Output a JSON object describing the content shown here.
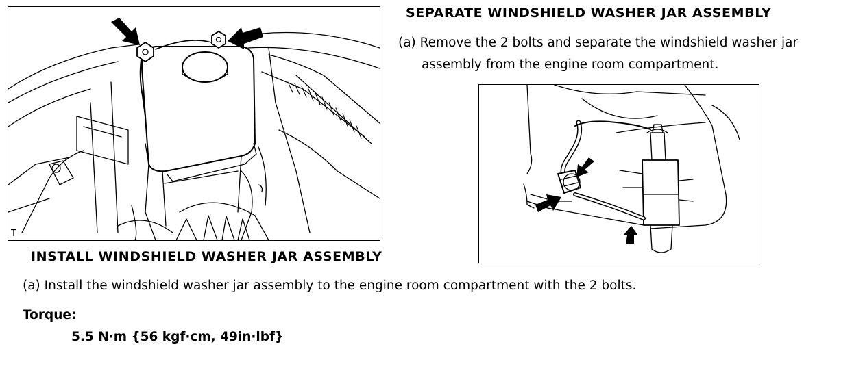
{
  "separate": {
    "heading": "SEPARATE WINDSHIELD WASHER JAR ASSEMBLY",
    "step_line_1": "(a) Remove the 2 bolts and separate the windshield washer jar",
    "step_line_2": "assembly from the engine room compartment."
  },
  "install": {
    "heading": "INSTALL WINDSHIELD WASHER JAR ASSEMBLY",
    "step": "(a) Install the windshield washer jar assembly to the engine room compartment with the 2 bolts.",
    "torque_label": "Torque:",
    "torque_value": "5.5 N·m {56 kgf·cm, 49in·lbf}"
  },
  "figures": {
    "left_mark": "T",
    "left_icons": [
      "arrow-icon",
      "arrow-icon",
      "bolt-icon",
      "bolt-icon"
    ],
    "right_icons": [
      "arrow-icon",
      "arrow-icon",
      "arrow-icon",
      "connector-icon"
    ]
  }
}
